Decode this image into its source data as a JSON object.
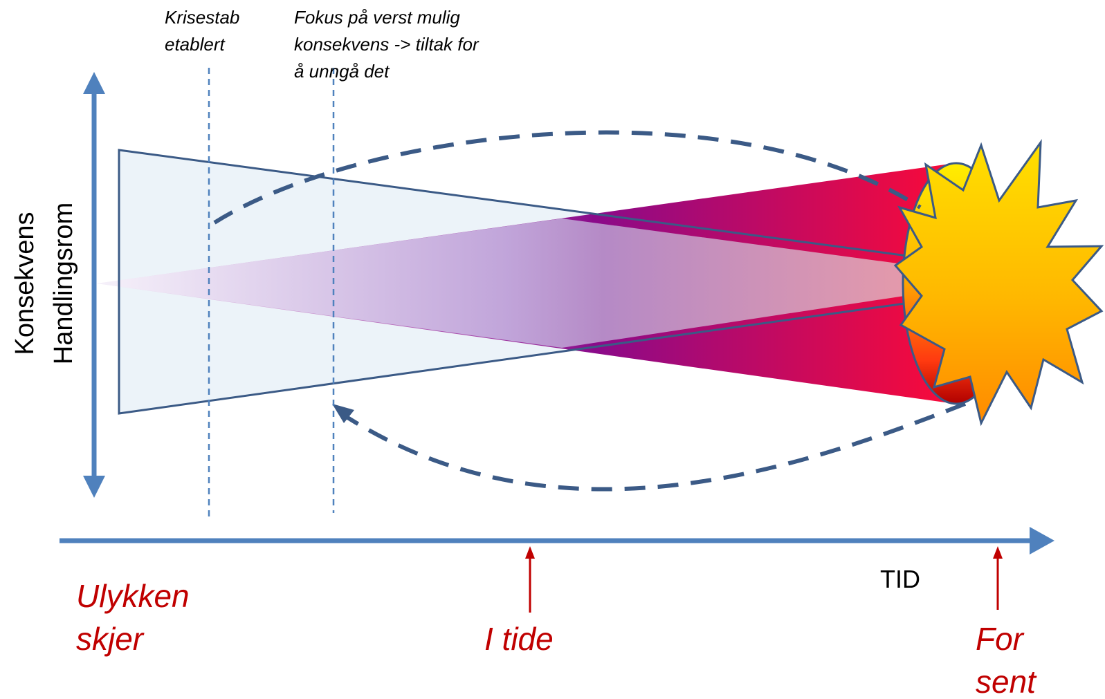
{
  "annotations": {
    "crisis_staff": [
      "Krisestab",
      "etablert"
    ],
    "focus": [
      "Fokus på verst mulig",
      "konsekvens -> tiltak for",
      "å unngå det"
    ]
  },
  "axes": {
    "vertical_top": "Konsekvens",
    "vertical_bottom": "Handlingsrom",
    "horizontal": "TID"
  },
  "milestones": {
    "accident": [
      "Ulykken",
      "skjer"
    ],
    "in_time": "I tide",
    "too_late": [
      "For",
      "sent"
    ]
  },
  "colors": {
    "axis_blue": "#4f81bd",
    "outline_dark": "#3b5a86",
    "milestone_red": "#c00000",
    "cone_purple": "#8a0a8a",
    "cone_red": "#ff0a35",
    "burst_yellow": "#ffd800",
    "burst_orange": "#ff9400"
  },
  "icons": {
    "explosion": "explosion-burst-icon",
    "consequence_cone": "expanding-cone-shape",
    "action_space_wedge": "narrowing-wedge-shape"
  }
}
